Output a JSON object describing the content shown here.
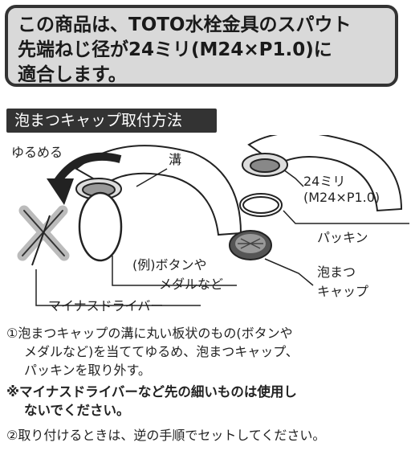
{
  "notice": {
    "line1": "この商品は、TOTO水栓金具のスパウト",
    "line2": "先端ねじ径が24ミリ(M24×P1.0)に",
    "line3": "適合します。"
  },
  "section_title": "泡まつキャップ取付方法",
  "labels": {
    "loosen": "ゆるめる",
    "groove": "溝",
    "size1": "24ミリ",
    "size2": "(M24×P1.0)",
    "packing": "パッキン",
    "cap1": "泡まつ",
    "cap2": "キャップ",
    "example1": "(例)ボタンや",
    "example2": "メダルなど",
    "screwdriver": "マイナスドライバー"
  },
  "instructions": {
    "step1_line1": "①泡まつキャップの溝に丸い板状のもの(ボタンや",
    "step1_line2": "メダルなど)を当ててゆるめ、泡まつキャップ、",
    "step1_line3": "パッキンを取り外す。",
    "warning_line1": "※マイナスドライバーなど先の細いものは使用し",
    "warning_line2": "ないでください。",
    "step2": "②取り付けるときは、逆の手順でセットしてください。"
  }
}
